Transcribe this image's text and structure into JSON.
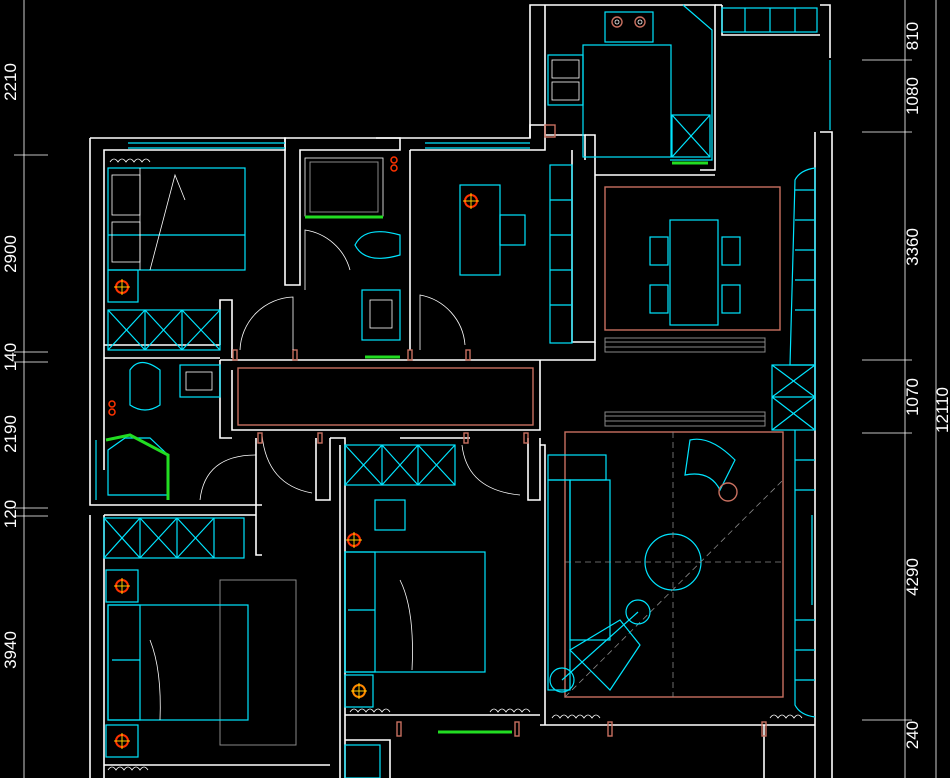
{
  "dimensions_left": [
    "2210",
    "2900",
    "140",
    "2190",
    "120",
    "3940"
  ],
  "dimensions_right": [
    "810",
    "1080",
    "3360",
    "1070",
    "4290",
    "240"
  ],
  "dimension_total": "12110",
  "colors": {
    "background": "#000000",
    "walls": "#ffffff",
    "furniture": "#00e5ff",
    "accent_red": "#c87060",
    "accent_green": "#22dd22",
    "fixture_point": "#ff3300"
  }
}
